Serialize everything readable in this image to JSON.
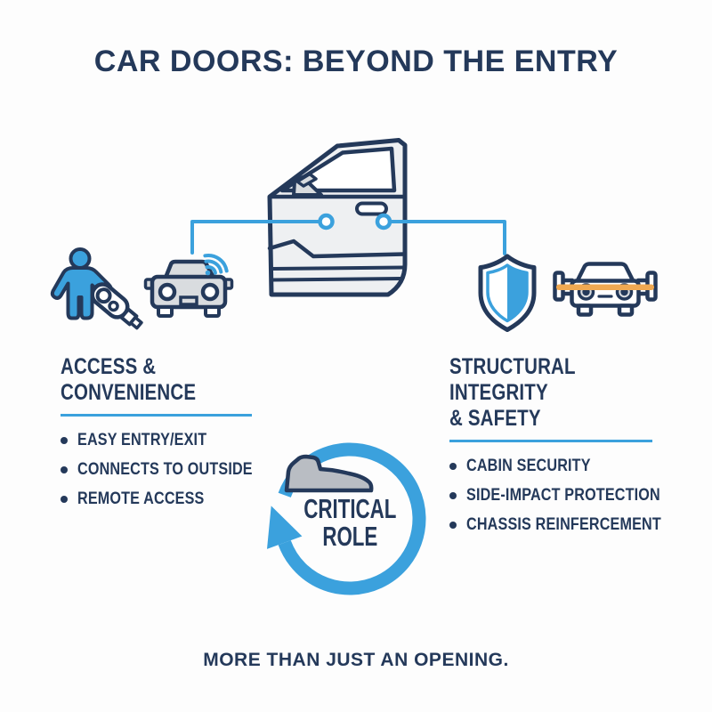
{
  "title": "CAR DOORS: BEYOND THE ENTRY",
  "footer": "MORE THAN JUST AN OPENING.",
  "colors": {
    "background": "#fdfdfd",
    "navy": "#24395a",
    "blue": "#3ba1dd",
    "light_gray": "#d9dcdf",
    "door_gray": "#eef0f2",
    "mid_gray": "#b9bdc3",
    "orange": "#f0a952"
  },
  "left_section": {
    "heading": "ACCESS &\nCONVENIENCE",
    "bullets": [
      "EASY ENTRY/EXIT",
      "CONNECTS TO OUTSIDE",
      "REMOTE ACCESS"
    ]
  },
  "right_section": {
    "heading": "STRUCTURAL INTEGRITY\n& SAFETY",
    "bullets": [
      "CABIN SECURITY",
      "SIDE-IMPACT PROTECTION",
      "CHASSIS REINFERCEMENT"
    ]
  },
  "center_badge": {
    "label": "CRITICAL\nROLE"
  },
  "icons": {
    "door": "car-door-icon",
    "person": "person-with-key-fob-icon",
    "car_signal": "car-with-wireless-signal-icon",
    "shield": "shield-icon",
    "car_beam": "car-with-side-impact-beam-icon",
    "arrow_ring": "circular-arrow-icon",
    "silhouette": "car-silhouette-icon"
  }
}
